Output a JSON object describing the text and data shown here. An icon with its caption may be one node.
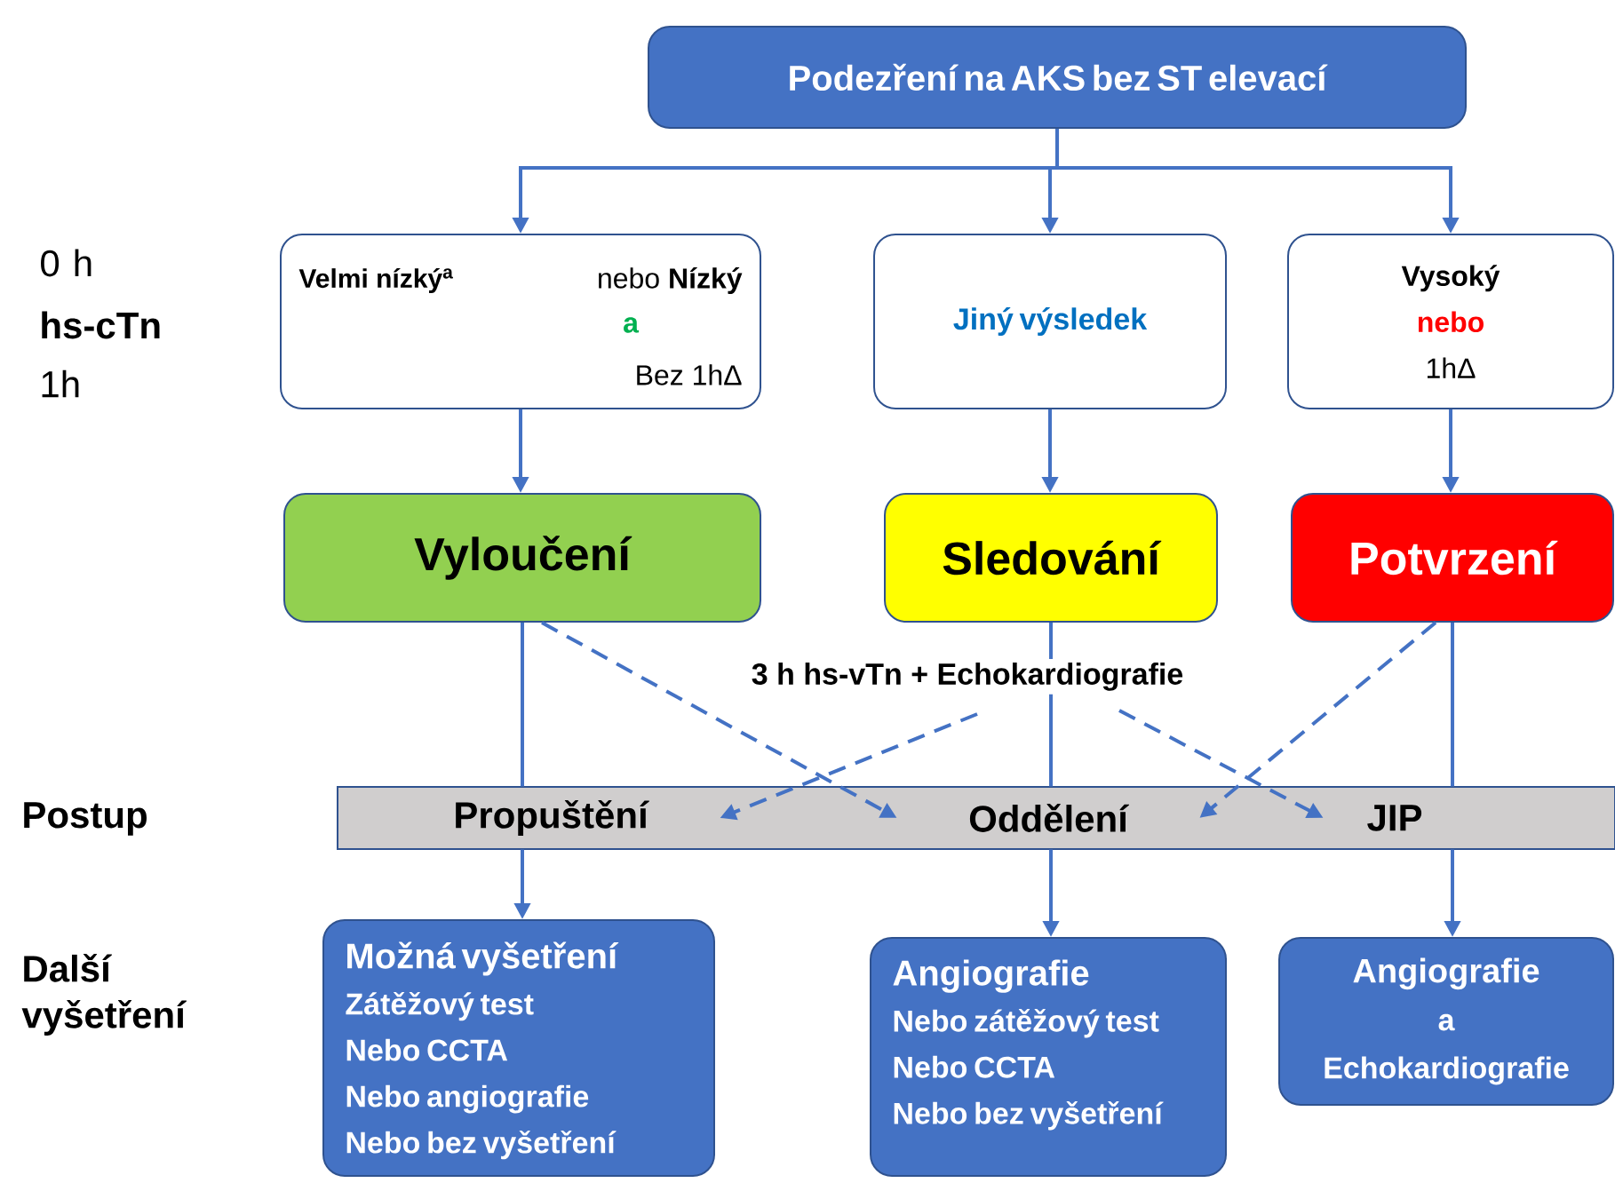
{
  "diagram": {
    "nodes": [
      {
        "text": [
          "Podezření na AKS bez ST elevací"
        ]
      },
      {
        "text": [
          "Velmi nízký$^{a}$",
          "nebo **Nízký**",
          "a",
          "Bez 1hΔ"
        ]
      },
      {
        "text": [
          "Jiný výsledek"
        ]
      },
      {
        "text": [
          "Vysoký",
          "nebo",
          "1hΔ"
        ]
      },
      {
        "text": [
          "Vyloučení"
        ]
      },
      {
        "text": [
          "Sledování"
        ]
      },
      {
        "text": [
          "Potvrzení"
        ]
      },
      {
        "text": [],
        "shape": "bar"
      },
      {
        "text": [
          "Propuštění"
        ],
        "in": 7
      },
      {
        "text": [
          "Oddělení"
        ],
        "in": 7
      },
      {
        "text": [
          "JIP"
        ],
        "in": 7
      },
      {
        "text": [
          "Možná vyšetření",
          "Zátěžový test",
          "Nebo CCTA",
          "Nebo angiografie",
          "Nebo bez vyšetření"
        ]
      },
      {
        "text": [
          "Angiografie",
          "Nebo zátěžový test",
          "Nebo CCTA",
          "Nebo bez vyšetření"
        ]
      },
      {
        "text": [
          "Angiografie",
          "a",
          "Echokardiografie"
        ]
      }
    ],
    "edges": [
      {
        "from": 0,
        "to": 1,
        "arrow": "to"
      },
      {
        "from": 0,
        "to": 2,
        "arrow": "to"
      },
      {
        "from": 0,
        "to": 3,
        "arrow": "to"
      },
      {
        "from": 1,
        "to": 4,
        "arrow": "to"
      },
      {
        "from": 2,
        "to": 5,
        "arrow": "to"
      },
      {
        "from": 3,
        "to": 6,
        "arrow": "to"
      },
      {
        "from": 4,
        "to": 8,
        "arrow": "none"
      },
      {
        "from": 5,
        "to": 9,
        "arrow": "none",
        "label": "3 h hs-vTn + Echokardiografie"
      },
      {
        "from": 6,
        "to": 10,
        "arrow": "none"
      },
      {
        "from": 4,
        "to": 9,
        "arrow": "to",
        "style": "dashed"
      },
      {
        "from": null,
        "to": 8,
        "arrow": "to",
        "style": "dashed"
      },
      {
        "from": null,
        "to": 10,
        "arrow": "to",
        "style": "dashed"
      },
      {
        "from": 6,
        "to": 9,
        "arrow": "to",
        "style": "dashed"
      },
      {
        "from": 8,
        "to": 11,
        "arrow": "to"
      },
      {
        "from": 9,
        "to": 12,
        "arrow": "to"
      },
      {
        "from": 10,
        "to": 13,
        "arrow": "to"
      }
    ],
    "labels": [
      "0 h",
      "hs-cTn",
      "1h",
      "Postup",
      "Další vyšetření"
    ]
  }
}
